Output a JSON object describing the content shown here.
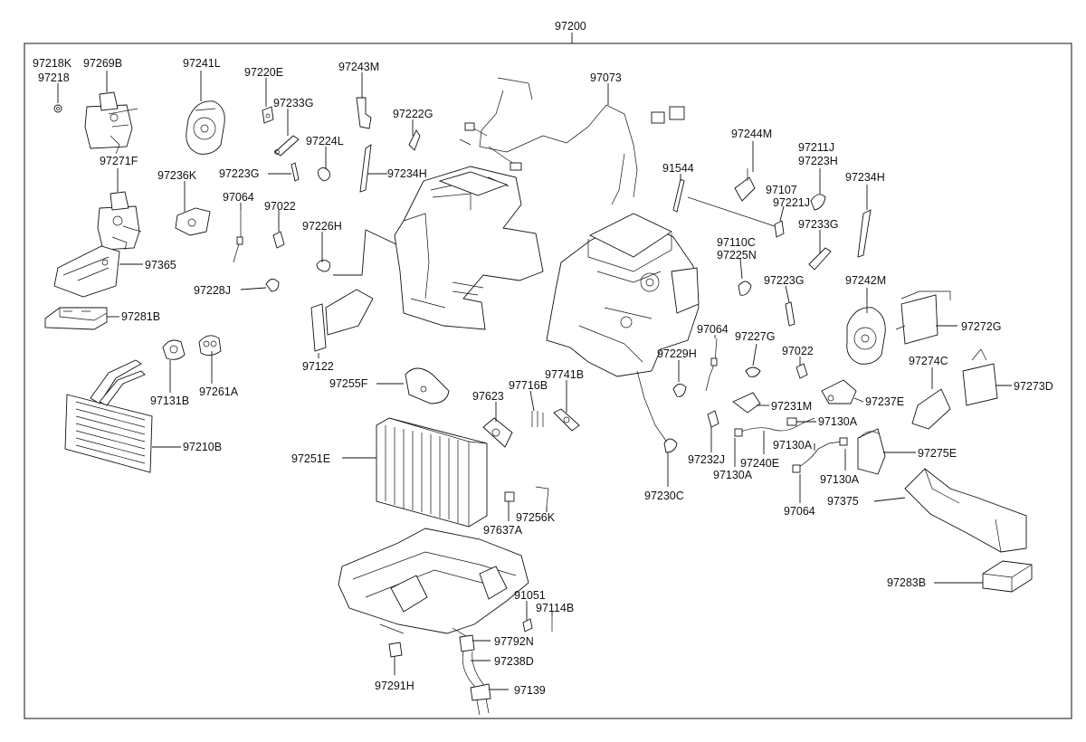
{
  "diagram": {
    "assembly_label": "97200",
    "labels": [
      "97218K",
      "97269B",
      "97218",
      "97241L",
      "97220E",
      "97243M",
      "97073",
      "97233G",
      "97222G",
      "97224L",
      "97234H",
      "97223G",
      "97271F",
      "97236K",
      "97064",
      "97022",
      "97226H",
      "97365",
      "97228J",
      "97281B",
      "97122",
      "97131B",
      "97261A",
      "97255F",
      "97210B",
      "97251E",
      "97716B",
      "97741B",
      "97623",
      "97637A",
      "97256K",
      "91051",
      "97114B",
      "97792N",
      "97238D",
      "97291H",
      "97139",
      "91544",
      "97244M",
      "97211J",
      "97223H",
      "97107",
      "97221J",
      "97234H",
      "97110C",
      "97225N",
      "97233G",
      "97223G",
      "97242M",
      "97272G",
      "97064",
      "97227G",
      "97022",
      "97229H",
      "97274C",
      "97273D",
      "97231M",
      "97237E",
      "97130A",
      "97232J",
      "97130A",
      "97240E",
      "97130A",
      "97130A",
      "97275E",
      "97230C",
      "97064",
      "97375",
      "97283B"
    ]
  }
}
